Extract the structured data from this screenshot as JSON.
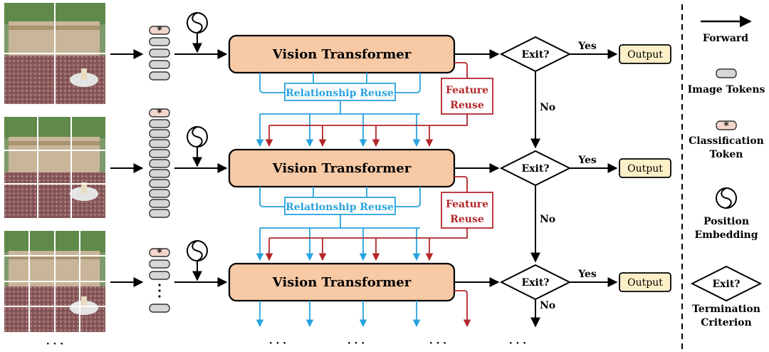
{
  "rows": [
    {
      "block": "Vision Transformer",
      "exit": "Exit?",
      "yes": "Yes",
      "no": "No",
      "output": "Output",
      "relationship_reuse": "Relationship Reuse",
      "feature_reuse_line1": "Feature",
      "feature_reuse_line2": "Reuse"
    },
    {
      "block": "Vision Transformer",
      "exit": "Exit?",
      "yes": "Yes",
      "no": "No",
      "output": "Output",
      "relationship_reuse": "Relationship Reuse",
      "feature_reuse_line1": "Feature",
      "feature_reuse_line2": "Reuse"
    },
    {
      "block": "Vision Transformer",
      "exit": "Exit?",
      "yes": "Yes",
      "no": "No",
      "output": "Output"
    }
  ],
  "legend": {
    "forward": "Forward",
    "image_tokens": "Image Tokens",
    "classification_token_line1": "Classification",
    "classification_token_line2": "Token",
    "classification_symbol": "*",
    "position_embedding_line1": "Position",
    "position_embedding_line2": "Embedding",
    "termination_symbol": "Exit?",
    "termination_line1": "Termination",
    "termination_line2": "Criterion"
  },
  "ellipsis": "· · ·",
  "colors": {
    "block_fill": "#f7c9a5",
    "output_fill": "#fdf0c8",
    "token_fill": "#d6d6d6",
    "cls_fill": "#f3d6cc",
    "relationship": "#29a3e0",
    "feature": "#b3262b"
  }
}
